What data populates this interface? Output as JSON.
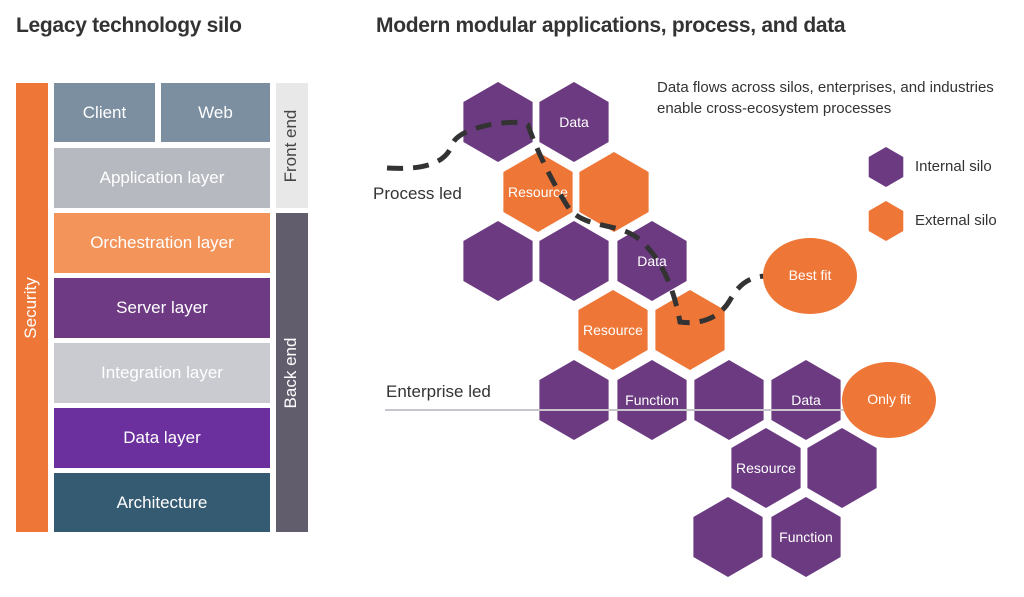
{
  "legacy": {
    "title": "Legacy technology silo",
    "security_label": "Security",
    "front_end_label": "Front end",
    "back_end_label": "Back end",
    "top_row": [
      {
        "label": "Client",
        "color": "#7b8fa0"
      },
      {
        "label": "Web",
        "color": "#7b8fa0"
      }
    ],
    "layers": [
      {
        "label": "Application layer",
        "color": "#b7b9c0"
      },
      {
        "label": "Orchestration layer",
        "color": "#f3945a"
      },
      {
        "label": "Server layer",
        "color": "#6d3a83"
      },
      {
        "label": "Integration layer",
        "color": "#c9cbd1"
      },
      {
        "label": "Data layer",
        "color": "#6b2f9e"
      },
      {
        "label": "Architecture",
        "color": "#355b72"
      }
    ],
    "colors": {
      "security": "#ee7636",
      "front_end": "#e8e8e9",
      "back_end": "#625d6d"
    }
  },
  "modern": {
    "title": "Modern modular applications, process, and data",
    "note": "Data flows across silos, enterprises, and industries enable cross-ecosystem processes",
    "legend": {
      "internal": {
        "label": "Internal silo",
        "color": "#6b3a80"
      },
      "external": {
        "label": "External silo",
        "color": "#ee7636"
      }
    },
    "process_led": "Process led",
    "enterprise_led": "Enterprise led",
    "hexes": [
      {
        "label": "",
        "kind": "internal"
      },
      {
        "label": "Data",
        "kind": "internal"
      },
      {
        "label": "Resource",
        "kind": "external"
      },
      {
        "label": "",
        "kind": "external"
      },
      {
        "label": "",
        "kind": "internal"
      },
      {
        "label": "",
        "kind": "internal"
      },
      {
        "label": "Data",
        "kind": "internal"
      },
      {
        "label": "Resource",
        "kind": "external"
      },
      {
        "label": "",
        "kind": "external"
      },
      {
        "label": "",
        "kind": "internal"
      },
      {
        "label": "Function",
        "kind": "internal"
      },
      {
        "label": "",
        "kind": "internal"
      },
      {
        "label": "Data",
        "kind": "internal"
      },
      {
        "label": "Resource",
        "kind": "internal"
      },
      {
        "label": "",
        "kind": "internal"
      },
      {
        "label": "",
        "kind": "internal"
      },
      {
        "label": "Function",
        "kind": "internal"
      }
    ],
    "best_fit": "Best fit",
    "only_fit": "Only fit"
  }
}
